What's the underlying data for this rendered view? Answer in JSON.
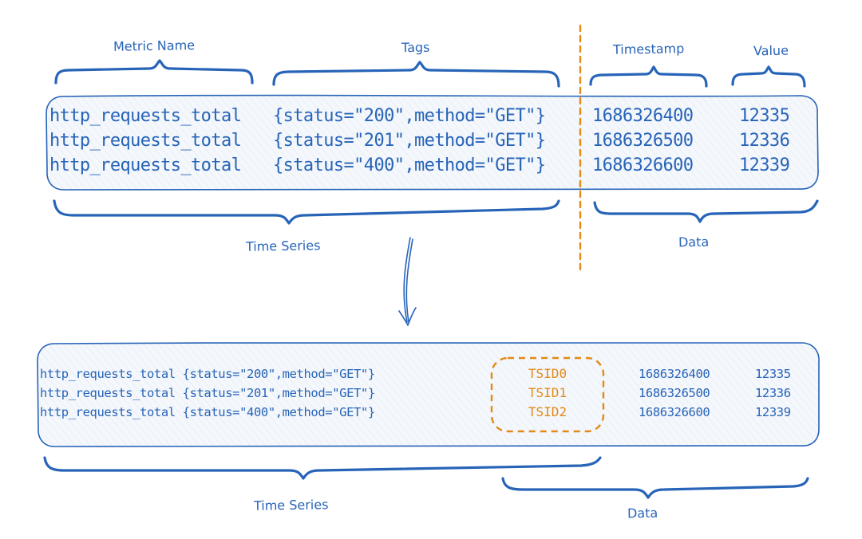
{
  "labels": {
    "metric_name": "Metric Name",
    "tags": "Tags",
    "timestamp": "Timestamp",
    "value": "Value",
    "time_series_top": "Time Series",
    "data_top": "Data",
    "time_series_bottom": "Time Series",
    "data_bottom": "Data"
  },
  "top_rows": [
    {
      "metric": "http_requests_total",
      "tags": "{status=\"200\",method=\"GET\"}",
      "timestamp": "1686326400",
      "value": "12335"
    },
    {
      "metric": "http_requests_total",
      "tags": "{status=\"201\",method=\"GET\"}",
      "timestamp": "1686326500",
      "value": "12336"
    },
    {
      "metric": "http_requests_total",
      "tags": "{status=\"400\",method=\"GET\"}",
      "timestamp": "1686326600",
      "value": "12339"
    }
  ],
  "bottom_rows": [
    {
      "series": "http_requests_total {status=\"200\",method=\"GET\"}",
      "tsid": "TSID0",
      "timestamp": "1686326400",
      "value": "12335"
    },
    {
      "series": "http_requests_total {status=\"201\",method=\"GET\"}",
      "tsid": "TSID1",
      "timestamp": "1686326500",
      "value": "12336"
    },
    {
      "series": "http_requests_total {status=\"400\",method=\"GET\"}",
      "tsid": "TSID2",
      "timestamp": "1686326600",
      "value": "12339"
    }
  ],
  "colors": {
    "ink": "#2764b8",
    "accent": "#e48a16",
    "box_fill": "#f4f7fb"
  }
}
